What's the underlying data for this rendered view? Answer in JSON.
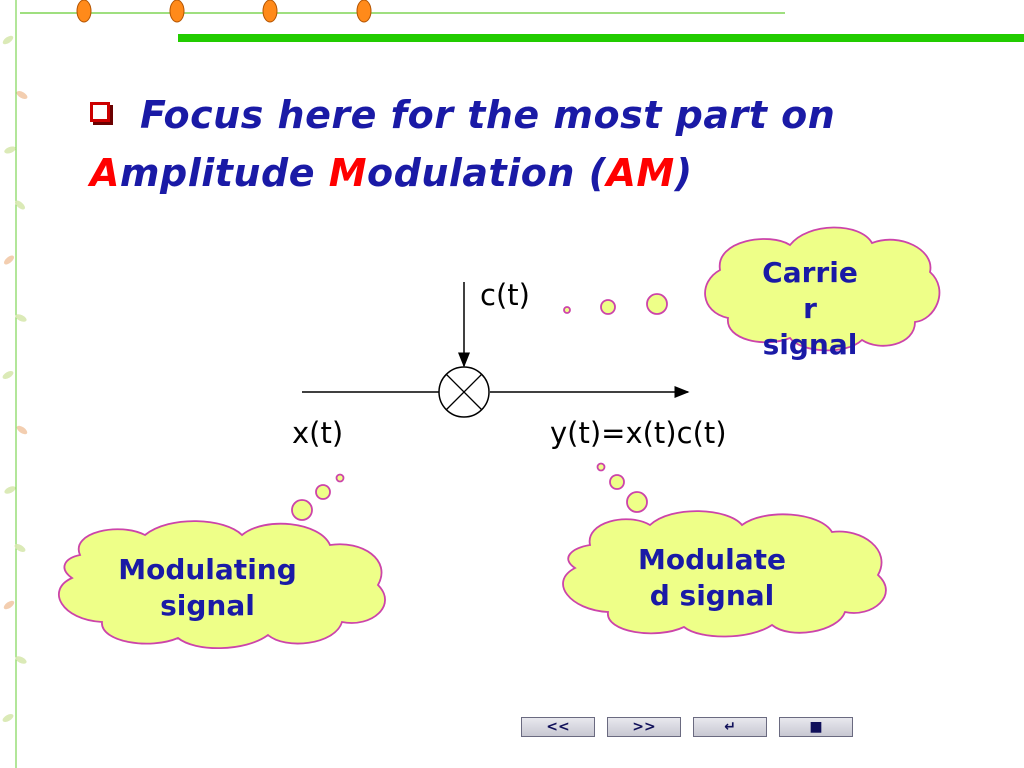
{
  "title": {
    "line1": "Focus here for the most part on",
    "amp_initial": "A",
    "amp_rest": "mplitude ",
    "mod_initial": "M",
    "mod_rest": "odulation (",
    "abbr": "AM",
    "close": ")"
  },
  "diagram": {
    "carrier_input": "c(t)",
    "modulating_input": "x(t)",
    "output": "y(t)=x(t)c(t)",
    "multiplier_symbol": "multiplier-icon"
  },
  "clouds": {
    "carrier": [
      "Carrie",
      "r",
      "signal"
    ],
    "modulating": [
      "Modulating",
      "signal"
    ],
    "modulated": [
      "Modulate",
      "d signal"
    ]
  },
  "nav": {
    "prev": "<<",
    "next": ">>",
    "return": "↵",
    "end": "■"
  },
  "colors": {
    "title_blue": "#1a1aa6",
    "accent_red": "#ff0000",
    "cloud_fill": "#eeff88",
    "cloud_border": "#cc44aa",
    "top_bar_green": "#22cc00"
  }
}
